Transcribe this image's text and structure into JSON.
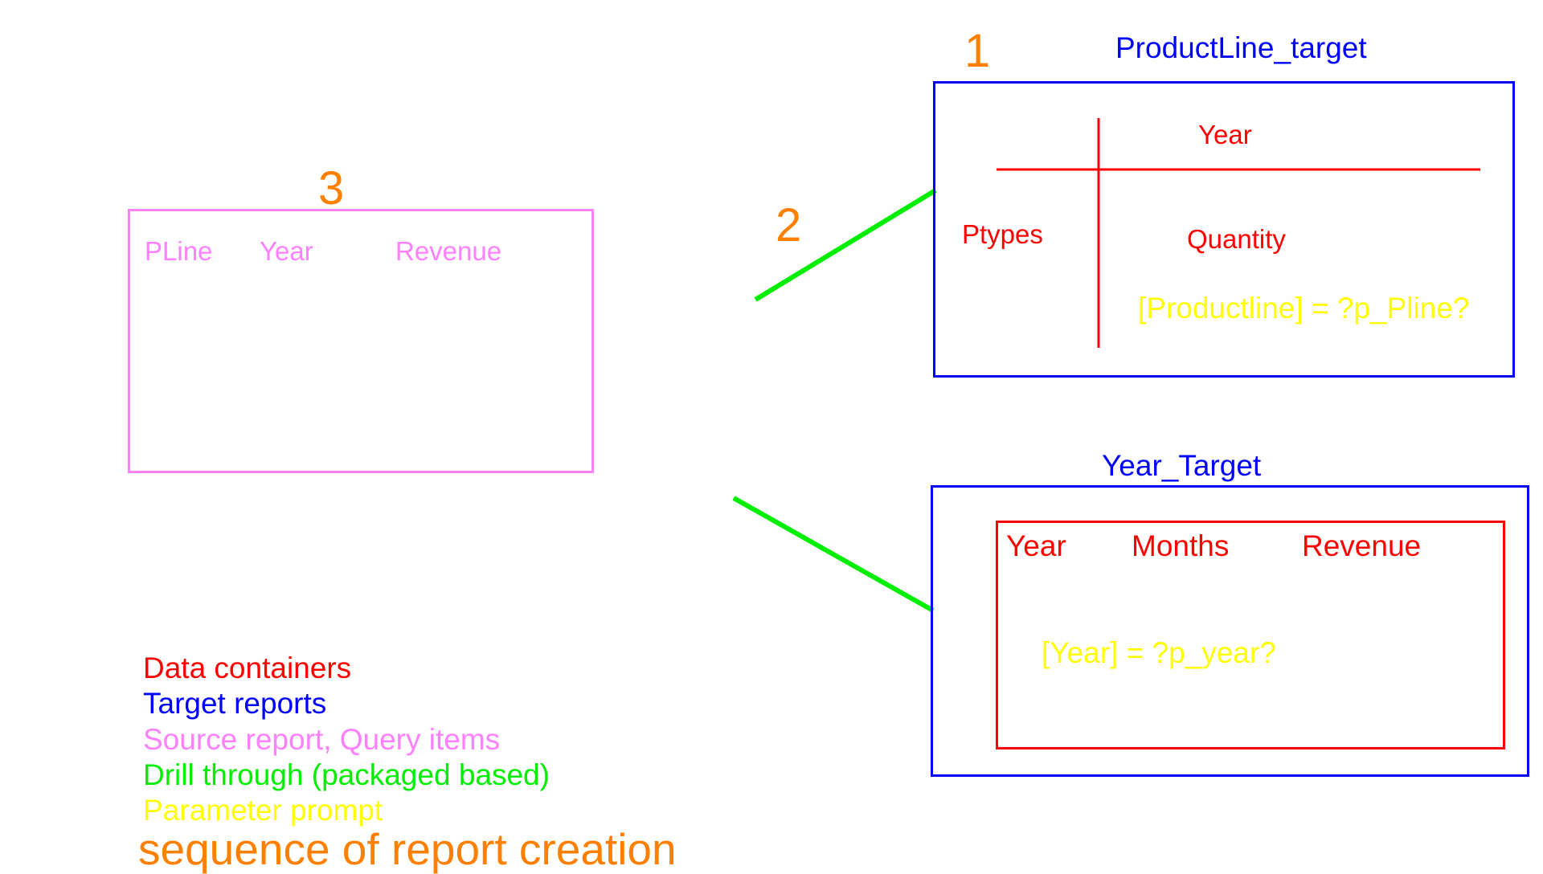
{
  "colors": {
    "data_container": "#ff0000",
    "target_report": "#0000ff",
    "source_report": "#ff80ff",
    "drill_through": "#00ee00",
    "parameter_prompt": "#ffff00",
    "sequence": "#ff8000"
  },
  "sequence_numbers": {
    "first": "1",
    "second": "2",
    "third": "3"
  },
  "source_report": {
    "columns": [
      "PLine",
      "Year",
      "Revenue"
    ]
  },
  "productline_target": {
    "title": "ProductLine_target",
    "column_header": "Year",
    "row_header": "Ptypes",
    "measure": "Quantity",
    "filter": "[Productline] = ?p_Pline?"
  },
  "year_target": {
    "title": "Year_Target",
    "columns": [
      "Year",
      "Months",
      "Revenue"
    ],
    "filter": "[Year] = ?p_year?"
  },
  "legend": [
    {
      "text": "Data containers",
      "color_key": "data_container"
    },
    {
      "text": "Target reports",
      "color_key": "target_report"
    },
    {
      "text": "Source report, Query items",
      "color_key": "source_report"
    },
    {
      "text": "Drill through (packaged based)",
      "color_key": "drill_through"
    },
    {
      "text": "Parameter prompt",
      "color_key": "parameter_prompt"
    }
  ],
  "sequence_caption": "sequence of report creation"
}
